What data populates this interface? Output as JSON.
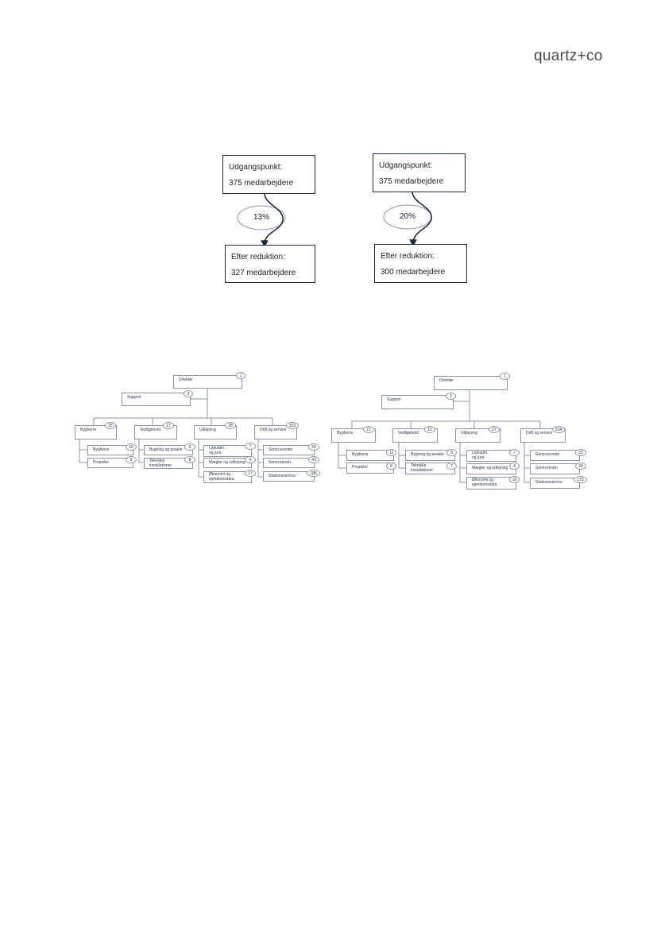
{
  "brand": {
    "logo": "quartz+co"
  },
  "scenarios": [
    {
      "start_label": "Udgangspunkt:",
      "start_value": "375 medarbejdere",
      "percent": "13%",
      "end_label": "Efter reduktion:",
      "end_value": "327 medarbejdere"
    },
    {
      "start_label": "Udgangspunkt:",
      "start_value": "375 medarbejdere",
      "percent": "20%",
      "end_label": "Efter reduktion:",
      "end_value": "300 medarbejdere"
    }
  ],
  "orgcharts": [
    {
      "director": {
        "label": "Direktør",
        "count": "1"
      },
      "support": {
        "label": "Support",
        "count": "3"
      },
      "departments": [
        {
          "label": "Bygherre",
          "count": "25",
          "units": [
            {
              "label": "Bygherre",
              "count": "16"
            },
            {
              "label": "Projekter",
              "count": "9"
            }
          ]
        },
        {
          "label": "Vedligehold",
          "count": "17",
          "units": [
            {
              "label": "Bygning og arealer",
              "count": "9"
            },
            {
              "label": "Tekniske installationer",
              "count": "8"
            }
          ]
        },
        {
          "label": "Udlejning",
          "count": "28",
          "units": [
            {
              "label": "Lejeadm. og jura",
              "count": "7"
            },
            {
              "label": "Mægler og udlejning",
              "count": "4"
            },
            {
              "label": "Økonomi og ejendomsdata",
              "count": "17"
            }
          ]
        },
        {
          "label": "Drift og service",
          "count": "253",
          "units": [
            {
              "label": "Servicecenter",
              "count": "24"
            },
            {
              "label": "Serviceteam",
              "count": "43"
            },
            {
              "label": "Stationsservice",
              "count": "186"
            }
          ]
        }
      ]
    },
    {
      "director": {
        "label": "Direktør",
        "count": "1"
      },
      "support": {
        "label": "Support",
        "count": "2"
      },
      "departments": [
        {
          "label": "Bygherre",
          "count": "21",
          "units": [
            {
              "label": "Bygherre",
              "count": "13"
            },
            {
              "label": "Projekter",
              "count": "8"
            }
          ]
        },
        {
          "label": "Vedligehold",
          "count": "15",
          "units": [
            {
              "label": "Bygning og arealer",
              "count": "8"
            },
            {
              "label": "Tekniske installationer",
              "count": "7"
            }
          ]
        },
        {
          "label": "Udlejning",
          "count": "27",
          "units": [
            {
              "label": "Lejeadm. og jura",
              "count": "7"
            },
            {
              "label": "Mægler og udlejning",
              "count": "4"
            },
            {
              "label": "Økonomi og ejendomsdata",
              "count": "16"
            }
          ]
        },
        {
          "label": "Drift og service",
          "count": "234",
          "units": [
            {
              "label": "Servicecenter",
              "count": "22"
            },
            {
              "label": "Serviceteam",
              "count": "39"
            },
            {
              "label": "Stationsservice",
              "count": "173"
            }
          ]
        }
      ]
    }
  ]
}
